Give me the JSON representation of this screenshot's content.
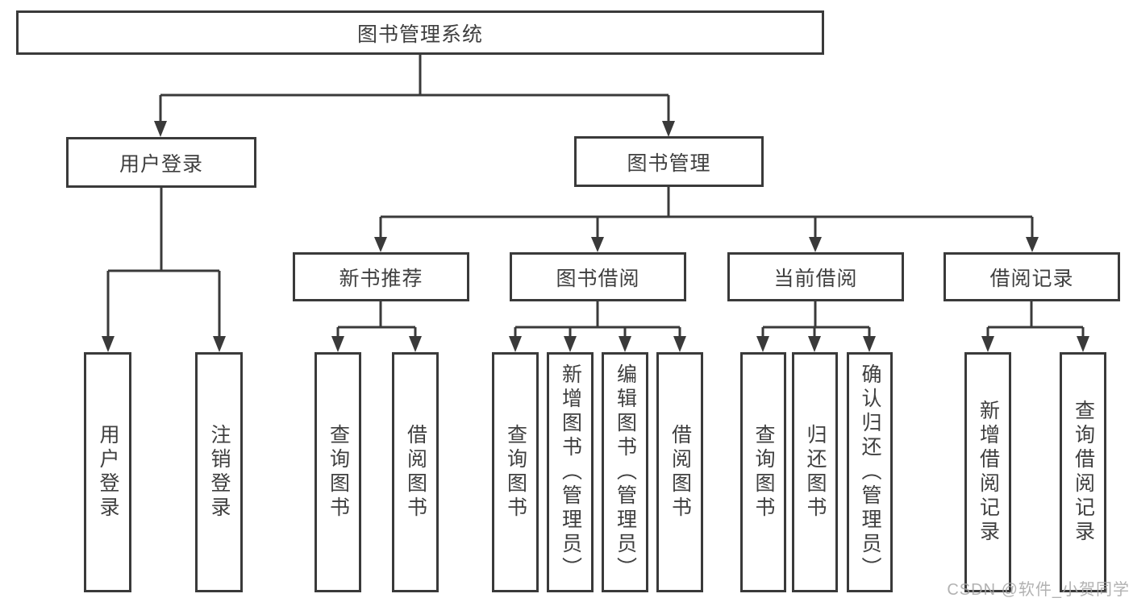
{
  "nodes": {
    "root": "图书管理系统",
    "user_login": "用户登录",
    "book_mgmt": "图书管理",
    "new_books": "新书推荐",
    "book_borrow": "图书借阅",
    "current_borrow": "当前借阅",
    "borrow_records": "借阅记录",
    "leaf_user_login": "用户登录",
    "leaf_logout": "注销登录",
    "nb_search": "查询图书",
    "nb_borrow": "借阅图书",
    "bb_search": "查询图书",
    "bb_add": "新增图书（管理员）",
    "bb_edit": "编辑图书（管理员）",
    "bb_borrow": "借阅图书",
    "cb_search": "查询图书",
    "cb_return": "归还图书",
    "cb_confirm": "确认归还（管理员）",
    "br_add": "新增借阅记录",
    "br_search": "查询借阅记录"
  },
  "hierarchy": {
    "图书管理系统": {
      "用户登录": [
        "用户登录",
        "注销登录"
      ],
      "图书管理": {
        "新书推荐": [
          "查询图书",
          "借阅图书"
        ],
        "图书借阅": [
          "查询图书",
          "新增图书（管理员）",
          "编辑图书（管理员）",
          "借阅图书"
        ],
        "当前借阅": [
          "查询图书",
          "归还图书",
          "确认归还（管理员）"
        ],
        "借阅记录": [
          "新增借阅记录",
          "查询借阅记录"
        ]
      }
    }
  },
  "watermark": "CSDN @软件_小贺同学",
  "colors": {
    "line": "#3a3a3a",
    "box_border": "#3a3a3a",
    "text": "#3f3f3f",
    "background": "#ffffff",
    "watermark": "#a4a4a4"
  }
}
